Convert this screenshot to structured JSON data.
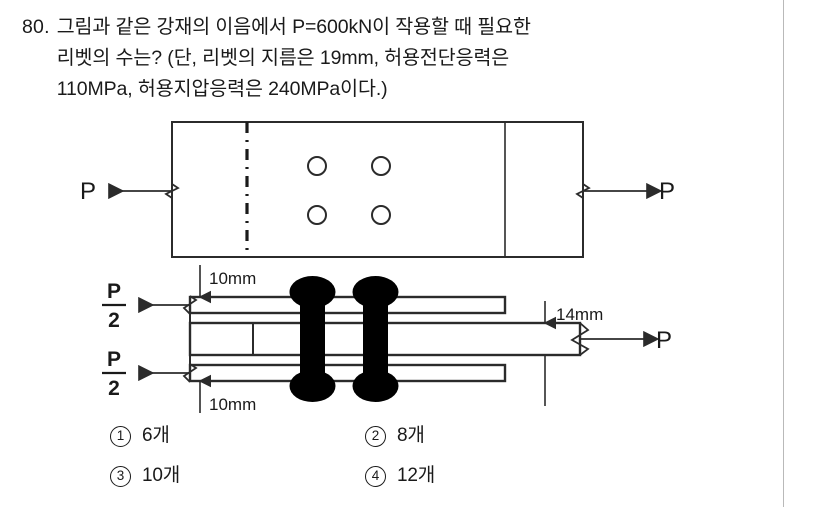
{
  "question": {
    "number": "80.",
    "lines": [
      "그림과 같은 강재의 이음에서 P=600kN이 작용할 때 필요한",
      "리벳의 수는? (단, 리벳의 지름은 19mm, 허용전단응력은",
      "110MPa, 허용지압응력은 240MPa이다.)"
    ]
  },
  "figure": {
    "plan_view": {
      "left_force_label": "P",
      "right_force_label": "P",
      "rivet_count": 4
    },
    "section_view": {
      "left_force_top_numerator": "P",
      "left_force_top_denominator": "2",
      "left_force_bottom_numerator": "P",
      "left_force_bottom_denominator": "2",
      "right_force_label": "P",
      "top_plate_thickness": "10mm",
      "bottom_plate_thickness": "10mm",
      "main_plate_thickness": "14mm",
      "rivet_count": 2
    }
  },
  "choices": [
    {
      "marker": "1",
      "label": "6개"
    },
    {
      "marker": "2",
      "label": "8개"
    },
    {
      "marker": "3",
      "label": "10개"
    },
    {
      "marker": "4",
      "label": "12개"
    }
  ],
  "colors": {
    "ink": "#1a1a1a",
    "line": "#2b2b2b",
    "rivet": "#000000",
    "margin_rule": "#b9b9b9"
  }
}
